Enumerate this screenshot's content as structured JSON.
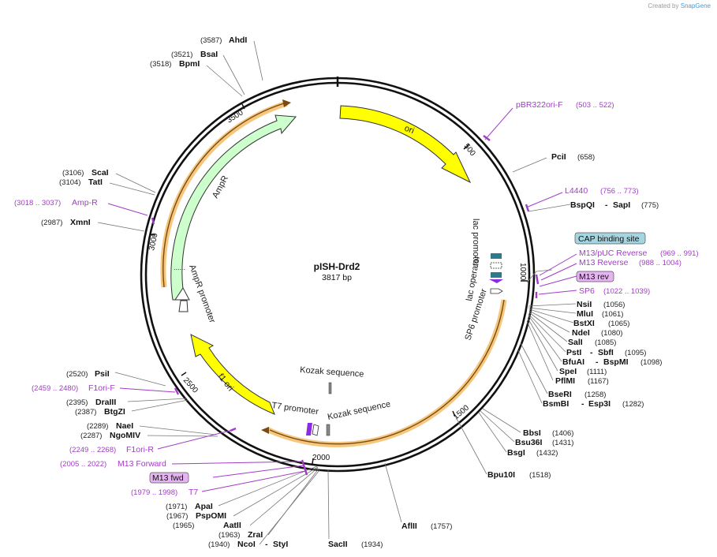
{
  "credit": {
    "prefix": "Created by",
    "brand": "SnapGene"
  },
  "plasmid": {
    "name": "pISH-Drd2",
    "size_label": "3817 bp"
  },
  "ticks": [
    "500",
    "1000",
    "1500",
    "2000",
    "2500",
    "3000",
    "3500"
  ],
  "features": {
    "ori": "ori",
    "ampr": "AmpR",
    "ampr_promoter": "AmpR promoter",
    "f1_ori": "f1 ori",
    "lac_promoter": "lac promoter",
    "lac_operator": "lac operator",
    "sp6_promoter": "SP6 promoter",
    "t7_promoter": "T7 promoter",
    "kozak_1": "Kozak sequence",
    "kozak_2": "Kozak sequence"
  },
  "sites_right": [
    {
      "name": "PciI",
      "pos": "(658)"
    },
    {
      "name": "BspQI",
      "sep": "-",
      "name2": "SapI",
      "pos": "(775)"
    },
    {
      "name": "NsiI",
      "pos": "(1056)"
    },
    {
      "name": "MluI",
      "pos": "(1061)"
    },
    {
      "name": "BstXI",
      "pos": "(1065)"
    },
    {
      "name": "NdeI",
      "pos": "(1080)"
    },
    {
      "name": "SalI",
      "pos": "(1085)"
    },
    {
      "name": "PstI",
      "sep": "-",
      "name2": "SbfI",
      "pos": "(1095)"
    },
    {
      "name": "BfuAI",
      "sep": "-",
      "name2": "BspMI",
      "pos": "(1098)"
    },
    {
      "name": "SpeI",
      "pos": "(1111)"
    },
    {
      "name": "PflMI",
      "pos": "(1167)"
    },
    {
      "name": "BseRI",
      "pos": "(1258)"
    },
    {
      "name": "BsmBI",
      "sep": "-",
      "name2": "Esp3I",
      "pos": "(1282)"
    },
    {
      "name": "BbsI",
      "pos": "(1406)"
    },
    {
      "name": "Bsu36I",
      "pos": "(1431)"
    },
    {
      "name": "BsgI",
      "pos": "(1432)"
    },
    {
      "name": "Bpu10I",
      "pos": "(1518)"
    },
    {
      "name": "AflII",
      "pos": "(1757)"
    },
    {
      "name": "SacII",
      "pos": "(1934)"
    }
  ],
  "sites_left": [
    {
      "pos": "(3587)",
      "name": "AhdI"
    },
    {
      "pos": "(3521)",
      "name": "BsaI"
    },
    {
      "pos": "(3518)",
      "name": "BpmI"
    },
    {
      "pos": "(3106)",
      "name": "ScaI"
    },
    {
      "pos": "(3104)",
      "name": "TatI"
    },
    {
      "pos": "(2987)",
      "name": "XmnI"
    },
    {
      "pos": "(2520)",
      "name": "PsiI"
    },
    {
      "pos": "(2395)",
      "name": "DraIII"
    },
    {
      "pos": "(2387)",
      "name": "BtgZI"
    },
    {
      "pos": "(2289)",
      "name": "NaeI"
    },
    {
      "pos": "(2287)",
      "name": "NgoMIV"
    },
    {
      "pos": "(1971)",
      "name": "ApaI"
    },
    {
      "pos": "(1967)",
      "name": "PspOMI"
    },
    {
      "pos": "(1965)",
      "name": "AatII"
    },
    {
      "pos": "(1963)",
      "name": "ZraI"
    },
    {
      "pos": "(1940)",
      "name": "NcoI",
      "sep": "-",
      "name2": "StyI"
    }
  ],
  "primers_right": [
    {
      "name": "pBR322ori-F",
      "range": "(503 .. 522)"
    },
    {
      "name": "L4440",
      "range": "(756 .. 773)"
    },
    {
      "name": "M13/pUC Reverse",
      "range": "(969 .. 991)"
    },
    {
      "name": "M13 Reverse",
      "range": "(988 .. 1004)"
    },
    {
      "name": "SP6",
      "range": "(1022 .. 1039)"
    }
  ],
  "primers_left": [
    {
      "range": "(3018 .. 3037)",
      "name": "Amp-R"
    },
    {
      "range": "(2459 .. 2480)",
      "name": "F1ori-F"
    },
    {
      "range": "(2249 .. 2268)",
      "name": "F1ori-R"
    },
    {
      "range": "(2005 .. 2022)",
      "name": "M13 Forward"
    },
    {
      "range": "(1979 .. 1998)",
      "name": "T7"
    }
  ],
  "boxed_labels": {
    "cap": "CAP binding site",
    "m13_rev": "M13 rev",
    "m13_fwd": "M13 fwd"
  },
  "colors": {
    "ori": "#ffff00",
    "ampr": "#ccffcc",
    "f1_ori": "#ffff00",
    "primer": "#a23cc7",
    "primer_box": "#e6b4f2",
    "cap_box": "#a5d5e0",
    "orf_highlight": "#f5c77e",
    "lac_operator": "#2e7a8c"
  }
}
